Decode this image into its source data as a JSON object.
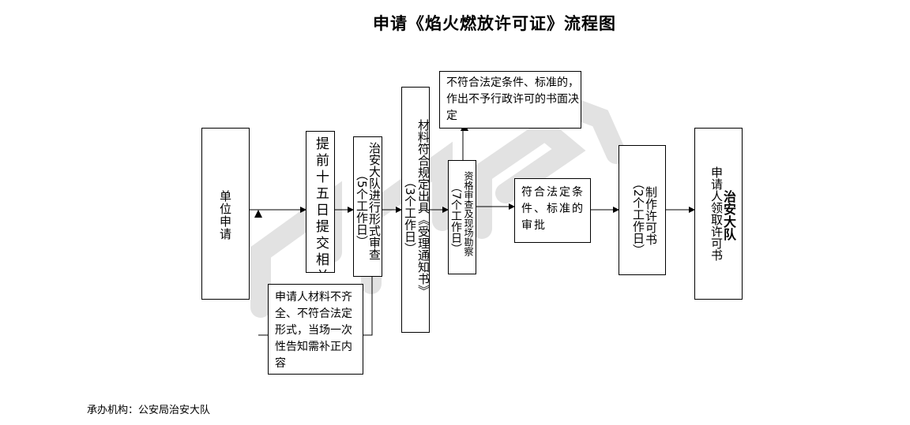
{
  "title": "申请《焰火燃放许可证》流程图",
  "boxes": {
    "apply_unit": "单位申请",
    "submit_15_days": "提前十五日提交相关",
    "police_review": "治安大队进行形式审查",
    "review_days": "（5个工作日）",
    "accept_notice": "材料符合规定出具《受理通知书》",
    "accept_days": "（3个工作日）",
    "onsite_check": "资格审查及现场勘察",
    "onsite_days": "（7个工作日）",
    "approval": "符合法定条件、标准的审批",
    "make_permit_days": "（2个工作日）",
    "make_permit": "制作许可书",
    "receive_permit_label": "申请人领取许可书",
    "receive_permit_unit": "治安大队",
    "incomplete_materials": "申请人材料不齐全、不符合法定形式，当场一次性告知需补正内容",
    "reject_decision": "不符合法定条件、标准的，作出不予行政许可的书面决定"
  },
  "footer": "承办机构：公安局治安大队",
  "colors": {
    "line": "#000000",
    "watermark": "#d9d9d9"
  }
}
